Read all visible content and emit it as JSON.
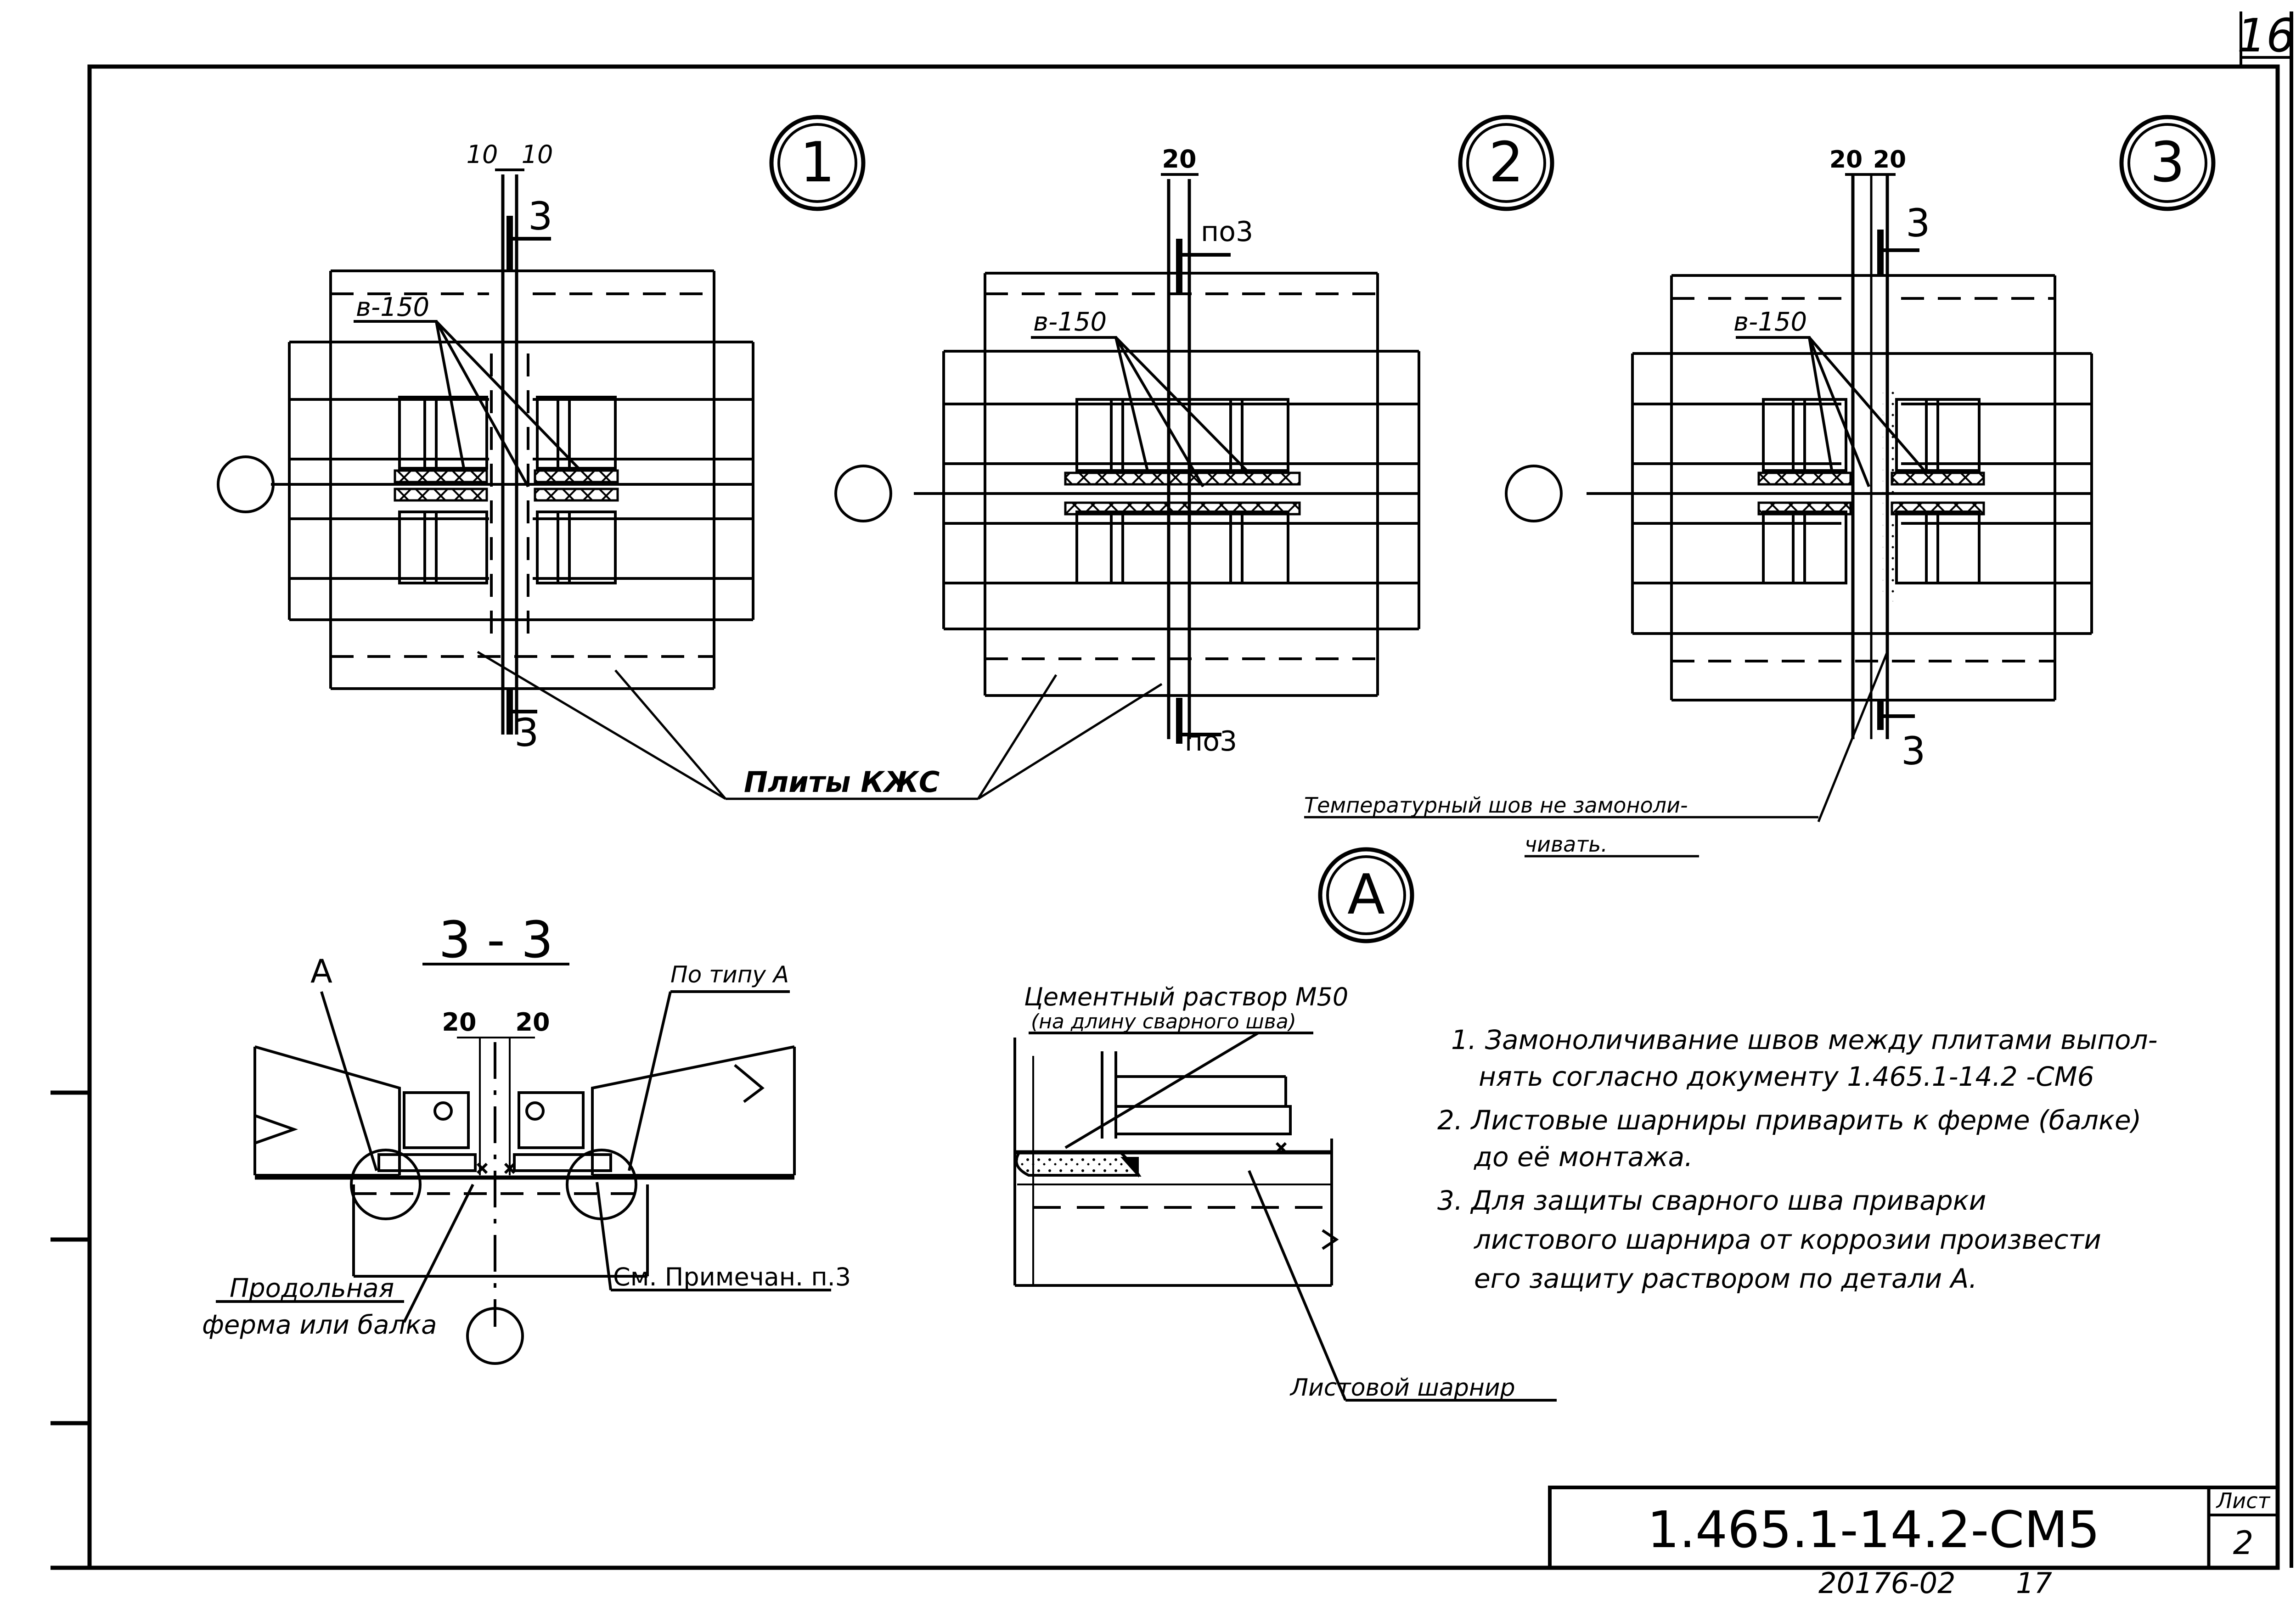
{
  "sheet": {
    "corner_number": "16",
    "designation": "1.465.1-14.2-СМ5",
    "sheet_label": "Лист",
    "sheet_number": "2",
    "inventory": "20176-02",
    "page": "17"
  },
  "details": {
    "d1": {
      "marker": "1",
      "dim_a": "10",
      "dim_b": "10",
      "cut_top": "3",
      "cut_bottom": "3",
      "spacing": "в-150"
    },
    "d2": {
      "marker": "2",
      "dim": "20",
      "cut_top": "по3",
      "cut_bottom": "по3",
      "spacing": "в-150"
    },
    "d3": {
      "marker": "3",
      "dim_a": "20",
      "dim_b": "20",
      "cut_top": "3",
      "cut_bottom": "3",
      "spacing": "в-150"
    }
  },
  "callouts": {
    "plates": "Плиты КЖС",
    "temp_joint_1": "Температурный шов не замоноли-",
    "temp_joint_2": "чивать."
  },
  "detail_a": {
    "marker": "А",
    "mortar_1": "Цементный раствор М50",
    "mortar_2": "(на длину сварного шва)",
    "hinge": "Листовой шарнир"
  },
  "section": {
    "title": "3 - 3",
    "left_ref": "А",
    "right_ref": "По типу А",
    "dim_a": "20",
    "dim_b": "20",
    "truss_1": "Продольная",
    "truss_2": "ферма или балка",
    "see_note": "См. Примечан. п.3"
  },
  "notes": [
    "1. Замоноличивание швов между плитами выпол-",
    "нять согласно документу 1.465.1-14.2 -СМ6",
    "2. Листовые шарниры приварить к ферме (балке)",
    "до её монтажа.",
    "3. Для защиты сварного шва приварки",
    "листового шарнира от коррозии произвести",
    "его защиту раствором   по детали А."
  ]
}
